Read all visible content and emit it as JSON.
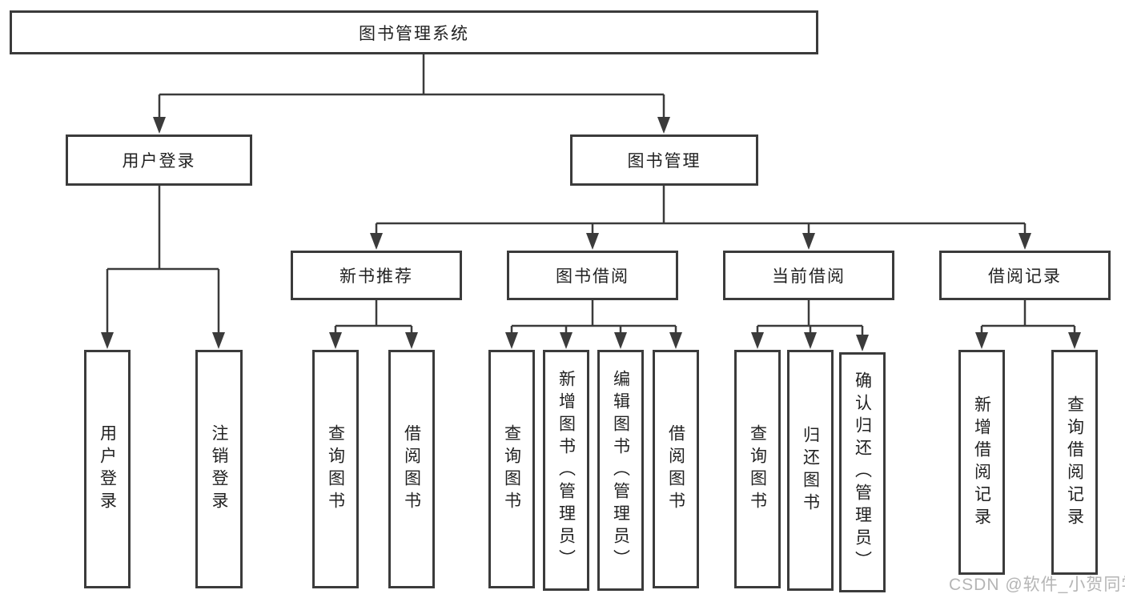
{
  "diagram": {
    "root": {
      "label": "图书管理系统"
    },
    "level2": [
      {
        "label": "用户登录"
      },
      {
        "label": "图书管理"
      }
    ],
    "level3": [
      {
        "label": "新书推荐"
      },
      {
        "label": "图书借阅"
      },
      {
        "label": "当前借阅"
      },
      {
        "label": "借阅记录"
      }
    ],
    "leaves": [
      {
        "label": "用户登录"
      },
      {
        "label": "注销登录"
      },
      {
        "label": "查询图书"
      },
      {
        "label": "借阅图书"
      },
      {
        "label": "查询图书"
      },
      {
        "label": "新增图书（管理员）"
      },
      {
        "label": "编辑图书（管理员）"
      },
      {
        "label": "借阅图书"
      },
      {
        "label": "查询图书"
      },
      {
        "label": "归还图书"
      },
      {
        "label": "确认归还（管理员）"
      },
      {
        "label": "新增借阅记录"
      },
      {
        "label": "查询借阅记录"
      }
    ]
  },
  "watermark": {
    "text": "CSDN @软件_小贺同学"
  },
  "colors": {
    "line": "#3b3b3b",
    "text": "#222222",
    "background": "#ffffff",
    "watermark": "#b5b5b5"
  }
}
